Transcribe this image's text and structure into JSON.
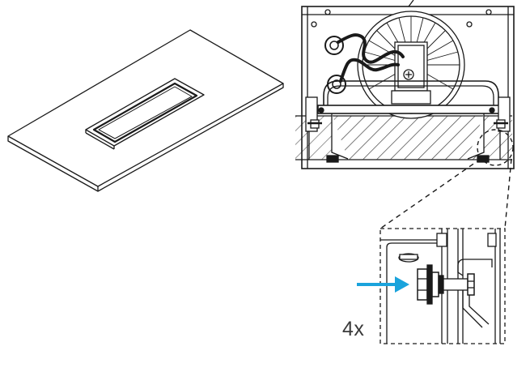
{
  "figure": {
    "quantity_label": "4x",
    "colors": {
      "line": "#1a1a1a",
      "arrow": "#1aa3dc",
      "hatch": "#555555",
      "background": "#ffffff"
    },
    "panels": [
      "panel-isometric-view",
      "panel-section-view",
      "panel-detail-view"
    ],
    "icons": [
      "arrow-icon",
      "fan-icon",
      "bolt-nut-icon"
    ]
  }
}
